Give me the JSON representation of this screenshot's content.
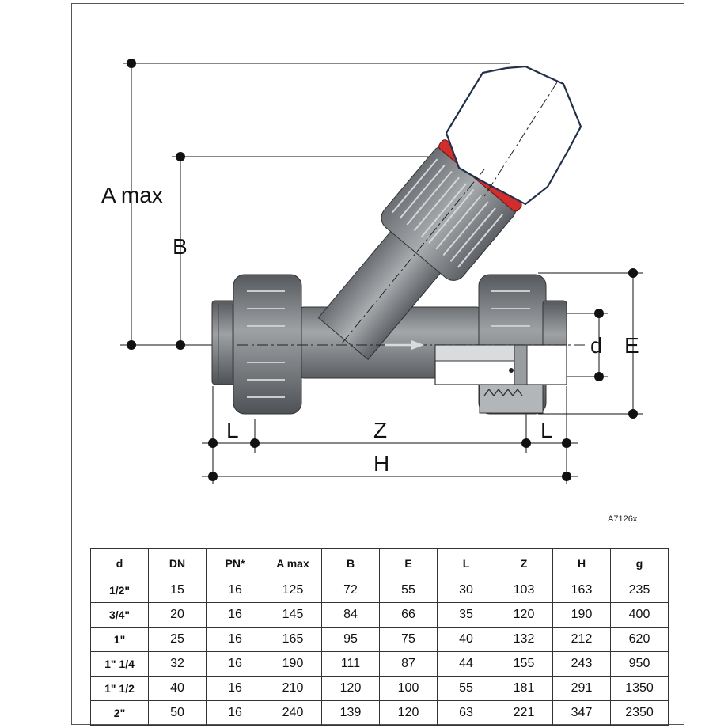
{
  "drawing": {
    "labels": {
      "a_max": "A max",
      "b": "B",
      "d": "d",
      "e": "E",
      "l_left": "L",
      "z": "Z",
      "l_right": "L",
      "h": "H"
    },
    "ref_code": "A7126x",
    "colors": {
      "body_gray": "#8a8d90",
      "dark_gray": "#5f6266",
      "light_gray": "#b9bcbf",
      "accent_red": "#d22d2d",
      "line": "#111111"
    }
  },
  "table": {
    "headers": [
      "d",
      "DN",
      "PN*",
      "A max",
      "B",
      "E",
      "L",
      "Z",
      "H",
      "g"
    ],
    "rows": [
      [
        "1/2\"",
        "15",
        "16",
        "125",
        "72",
        "55",
        "30",
        "103",
        "163",
        "235"
      ],
      [
        "3/4\"",
        "20",
        "16",
        "145",
        "84",
        "66",
        "35",
        "120",
        "190",
        "400"
      ],
      [
        "1\"",
        "25",
        "16",
        "165",
        "95",
        "75",
        "40",
        "132",
        "212",
        "620"
      ],
      [
        "1\" 1/4",
        "32",
        "16",
        "190",
        "111",
        "87",
        "44",
        "155",
        "243",
        "950"
      ],
      [
        "1\" 1/2",
        "40",
        "16",
        "210",
        "120",
        "100",
        "55",
        "181",
        "291",
        "1350"
      ],
      [
        "2\"",
        "50",
        "16",
        "240",
        "139",
        "120",
        "63",
        "221",
        "347",
        "2350"
      ]
    ]
  }
}
